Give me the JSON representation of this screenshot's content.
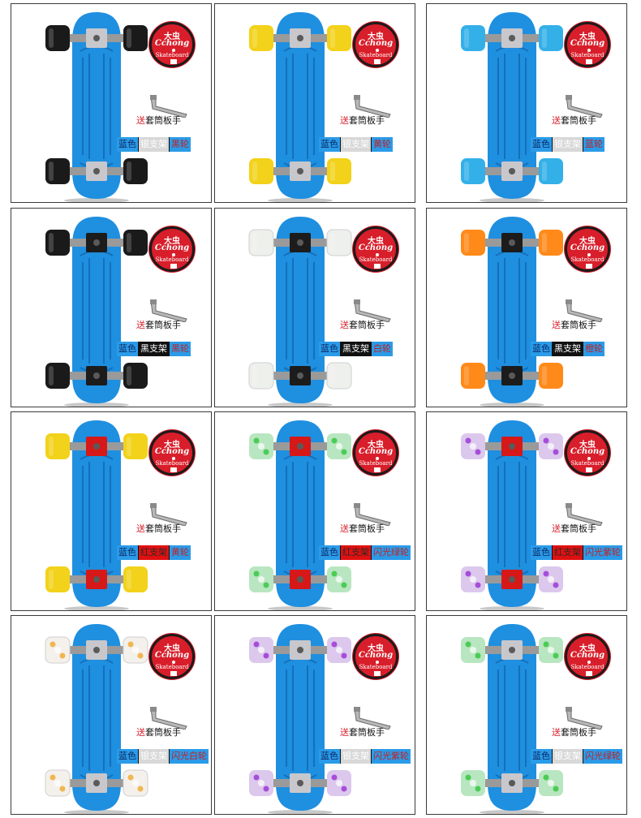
{
  "common": {
    "logo_cn": "大虫",
    "logo_brand": "Cchong",
    "logo_sub": "Skateboard",
    "gift_prefix": "送",
    "gift_rest": "套筒板手",
    "board_color_label": "蓝色"
  },
  "colors": {
    "board": "#1f8fe0",
    "board_dark": "#1570b8",
    "logo_red": "#d81e2a"
  },
  "products": [
    {
      "bracket": "银支架",
      "bracket_style": "silver",
      "wheel": "黑轮",
      "wheel_color": "#1a1a1a",
      "flash": false
    },
    {
      "bracket": "银支架",
      "bracket_style": "silver",
      "wheel": "黄轮",
      "wheel_color": "#f2d21a",
      "flash": false
    },
    {
      "bracket": "银支架",
      "bracket_style": "silver",
      "wheel": "蓝轮",
      "wheel_color": "#34b0e8",
      "flash": false
    },
    {
      "bracket": "黑支架",
      "bracket_style": "black",
      "wheel": "黑轮",
      "wheel_color": "#1a1a1a",
      "flash": false
    },
    {
      "bracket": "黑支架",
      "bracket_style": "black",
      "wheel": "白轮",
      "wheel_color": "#eef0ec",
      "flash": false
    },
    {
      "bracket": "黑支架",
      "bracket_style": "black",
      "wheel": "橙轮",
      "wheel_color": "#ff8a1a",
      "flash": false
    },
    {
      "bracket": "红支架",
      "bracket_style": "red",
      "wheel": "黄轮",
      "wheel_color": "#f2d21a",
      "flash": false
    },
    {
      "bracket": "红支架",
      "bracket_style": "red",
      "wheel": "闪光绿轮",
      "wheel_color": "#b8e6c0",
      "flash_color": "#3ec94a",
      "flash": true
    },
    {
      "bracket": "红支架",
      "bracket_style": "red",
      "wheel": "闪光紫轮",
      "wheel_color": "#dcc8ec",
      "flash_color": "#a040d8",
      "flash": true
    },
    {
      "bracket": "银支架",
      "bracket_style": "silver",
      "wheel": "闪光白轮",
      "wheel_color": "#f4f0ec",
      "flash_color": "#f0b040",
      "flash": true
    },
    {
      "bracket": "银支架",
      "bracket_style": "silver",
      "wheel": "闪光紫轮",
      "wheel_color": "#dcc8ec",
      "flash_color": "#a040d8",
      "flash": true
    },
    {
      "bracket": "银支架",
      "bracket_style": "silver",
      "wheel": "闪光绿轮",
      "wheel_color": "#b8e6c0",
      "flash_color": "#3ec94a",
      "flash": true
    }
  ]
}
